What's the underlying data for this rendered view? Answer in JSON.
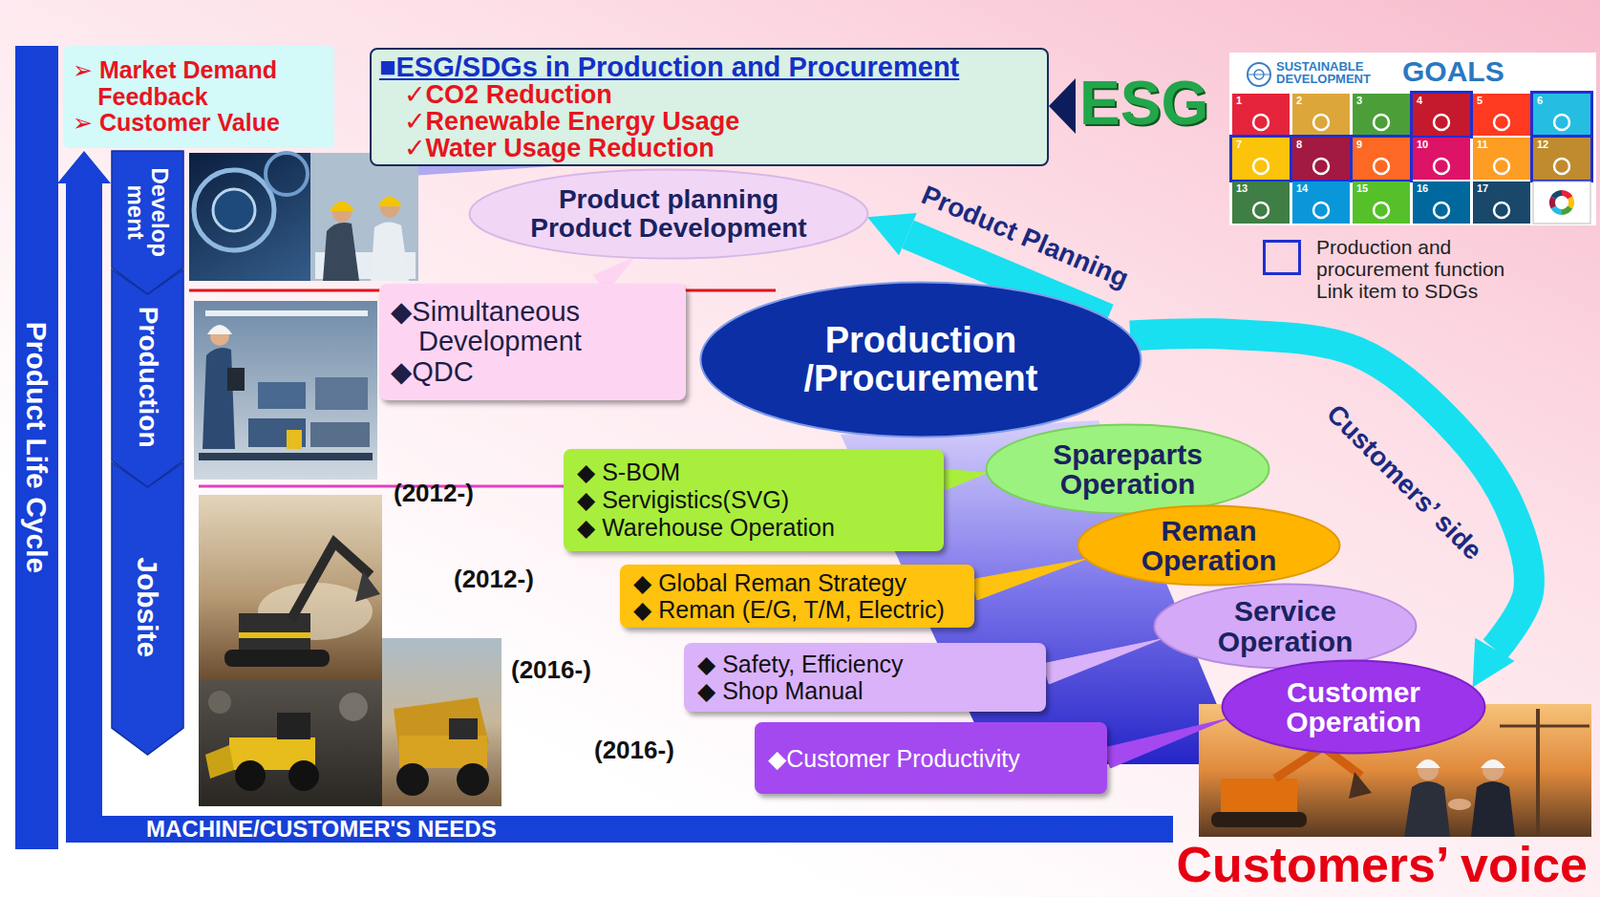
{
  "diagram": {
    "nodes": [
      {
        "text": [
          "Product Life Cycle"
        ]
      },
      {
        "text": [
          "➢ Market Demand Feedback",
          "➢ Customer Value"
        ]
      },
      {
        "text": [
          "■ESG/SDGs in Production and Procurement",
          "✓CO2 Reduction",
          "✓Renewable Energy Usage",
          "✓Water Usage Reduction"
        ]
      },
      {
        "text": [
          "Develop ment"
        ]
      },
      {
        "text": [
          "Product planning",
          "Product Development"
        ]
      },
      {
        "text": [
          "◆Simultaneous Development",
          "◆QDC"
        ]
      },
      {
        "text": [
          "Production"
        ]
      },
      {
        "text": [
          "Production /Procurement"
        ]
      },
      {
        "text": [
          "Jobsite"
        ]
      },
      {
        "text": [
          "◆ S-BOM",
          "◆ Servigistics(SVG)",
          "◆ Warehouse Operation"
        ]
      },
      {
        "text": [
          "Spareparts Operation"
        ]
      },
      {
        "text": [
          "◆ Global Reman Strategy",
          "◆ Reman (E/G, T/M, Electric)"
        ]
      },
      {
        "text": [
          "Reman Operation"
        ]
      },
      {
        "text": [
          "◆ Safety, Efficiency",
          "◆ Shop Manual"
        ]
      },
      {
        "text": [
          "Service Operation"
        ]
      },
      {
        "text": [
          "◆Customer Productivity"
        ]
      },
      {
        "text": [
          "Customer Operation"
        ]
      },
      {
        "text": [
          "MACHINE/CUSTOMER'S NEEDS"
        ]
      }
    ],
    "edges": [
      {
        "from": 7,
        "to": 4,
        "label": "Product Planning",
        "arrow": "to"
      },
      {
        "from": 7,
        "to": 16,
        "label": "Customers’ side",
        "arrow": "to"
      },
      {
        "from": 5,
        "to": 4,
        "arrow": "none"
      },
      {
        "from": 9,
        "to": 10,
        "arrow": "none"
      },
      {
        "from": 11,
        "to": 12,
        "arrow": "none"
      },
      {
        "from": 13,
        "to": 14,
        "arrow": "none"
      },
      {
        "from": 15,
        "to": 16,
        "arrow": "none"
      }
    ],
    "labels": [
      "ESG",
      "(2012-)",
      "(2012-)",
      "(2016-)",
      "(2016-)",
      "Customers’ voice",
      "SUSTAINABLE DEVELOPMENT",
      "GOALS",
      "1",
      "2",
      "3",
      "4",
      "5",
      "6",
      "7",
      "8",
      "9",
      "10",
      "11",
      "12",
      "13",
      "14",
      "15",
      "16",
      "17"
    ],
    "legend": [
      {
        "text": "Production and procurement function Link item to SDGs"
      }
    ]
  }
}
